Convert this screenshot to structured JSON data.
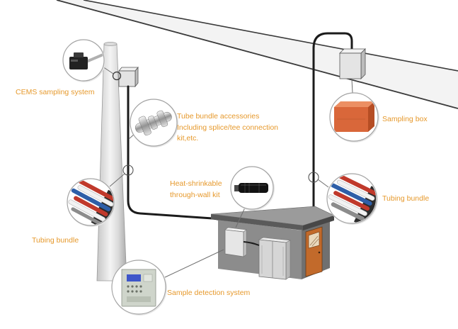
{
  "labels": {
    "cems_sampling_system": "CEMS sampling system",
    "tube_bundle_accessories": {
      "line1": "Tube bundle accessories",
      "line2": "Including splice/tee connection",
      "line3": "kit,etc."
    },
    "heat_shrinkable": {
      "line1": "Heat-shrinkable",
      "line2": "through-wall kit"
    },
    "sampling_box": "Sampling box",
    "tubing_bundle_right": "Tubing bundle",
    "tubing_bundle_left": "Tubing bundle",
    "sample_detection_system": "Sample detection system"
  },
  "icons": {
    "cems": "sampling-probe-icon",
    "accessories": "tube-fitting-icon",
    "tubing": "tube-bundle-icon",
    "through_wall": "heat-shrink-connector-icon",
    "sampling_box": "sampling-box-icon",
    "detection": "analyzer-cabinet-icon"
  },
  "colors": {
    "label": "#e6992c",
    "cable": "#1b1b1b",
    "door": "#c26a2b",
    "sampling_box": "#d9673a"
  }
}
